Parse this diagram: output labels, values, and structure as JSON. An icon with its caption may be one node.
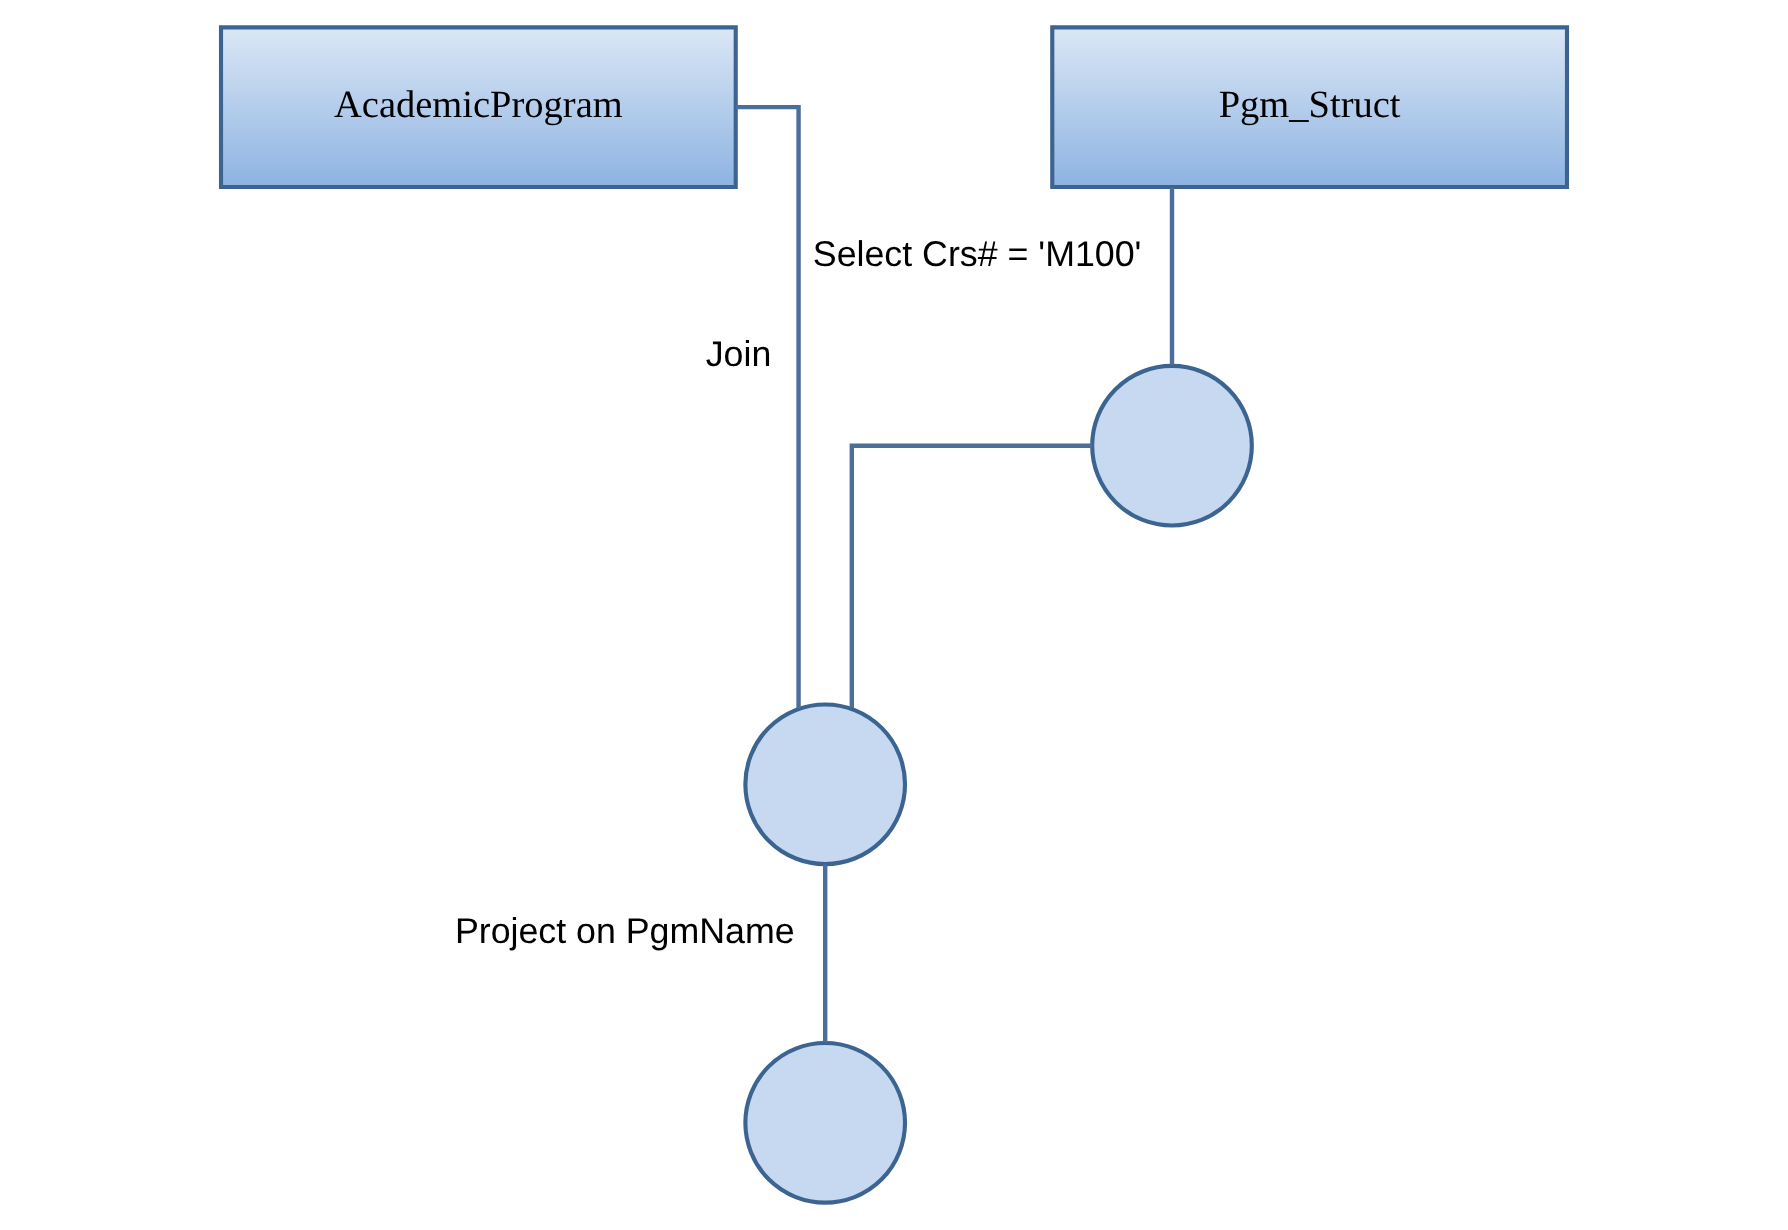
{
  "diagram": {
    "nodes": [
      {
        "text": [
          "AcademicProgram"
        ]
      },
      {
        "text": [
          "Pgm_Struct"
        ]
      },
      {
        "text": [],
        "shape": "circle"
      },
      {
        "text": [],
        "shape": "circle"
      },
      {
        "text": [],
        "shape": "circle"
      }
    ],
    "edges": [
      {
        "from": 1,
        "to": 2,
        "arrow": "none",
        "label": "Select Crs# = 'M100'"
      },
      {
        "from": 2,
        "to": 3,
        "arrow": "none"
      },
      {
        "from": 0,
        "to": 3,
        "arrow": "none",
        "label": "Join"
      },
      {
        "from": 3,
        "to": 4,
        "arrow": "none",
        "label": "Project on PgmName"
      }
    ]
  }
}
